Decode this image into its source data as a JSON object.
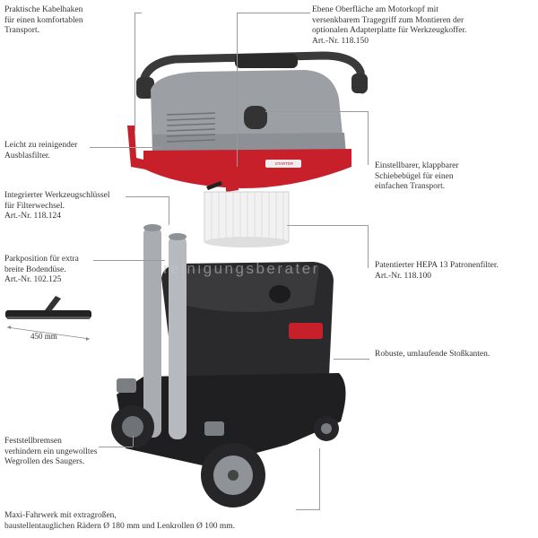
{
  "callouts": {
    "cable_hooks": [
      "Praktische Kabelhaken",
      "für einen komfortablen",
      "Transport."
    ],
    "flat_top": [
      "Ebene Oberfläche am Motorkopf mit",
      "versenkbarem Tragegriff zum Montieren der",
      "optionalen Adapterplatte für Werkzeugkoffer.",
      "Art.-Nr. 118.150"
    ],
    "exhaust_filter": [
      "Leicht zu reinigender",
      "Ausblasfilter."
    ],
    "push_handle": [
      "Einstellbarer, klappbarer",
      "Schiebebügel für einen",
      "einfachen Transport."
    ],
    "tool_key": [
      "Integrierter Werkzeugschlüssel",
      "für Filterwechsel.",
      "Art.-Nr. 118.124"
    ],
    "parking": [
      "Parkposition für extra",
      "breite Bodendüse.",
      "Art.-Nr. 102.125"
    ],
    "hepa": [
      "Patentierter HEPA 13 Patronenfilter.",
      "Art.-Nr. 118.100"
    ],
    "bumpers": [
      "Robuste, umlaufende Stoßkanten."
    ],
    "brakes": [
      "Feststellbremsen",
      "verhindern ein ungewolltes",
      "Wegrollen des Saugers."
    ],
    "chassis": [
      "Maxi-Fahrwerk mit extragroßen,",
      "baustellentauglichen Rädern Ø 180 mm und Lenkrollen Ø 100 mm."
    ]
  },
  "nozzle_width": "450 mm",
  "brand_badge": "STARTER",
  "watermark": "reinigungsberater",
  "colors": {
    "accent_red": "#c8202a",
    "housing_grey": "#9c9fa3",
    "tank_black": "#2a2a2c"
  }
}
